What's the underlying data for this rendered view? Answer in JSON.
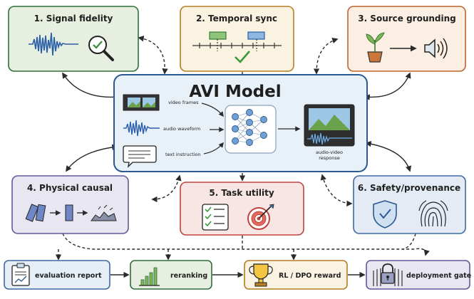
{
  "boxes": {
    "b1": {
      "title": "1. Signal fidelity",
      "fill": "#e7efe0",
      "stroke": "#2f6e3b"
    },
    "b2": {
      "title": "2. Temporal sync",
      "fill": "#fbf3e2",
      "stroke": "#b77e22"
    },
    "b3": {
      "title": "3. Source grounding",
      "fill": "#fbeee3",
      "stroke": "#c0642a"
    },
    "b4": {
      "title": "4. Physical causal",
      "fill": "#e7e6f1",
      "stroke": "#5e5b9b"
    },
    "b5": {
      "title": "5. Task utility",
      "fill": "#f8e6e5",
      "stroke": "#c0433b"
    },
    "b6": {
      "title": "6. Safety/provenance",
      "fill": "#e4ebf4",
      "stroke": "#3d6aa3"
    }
  },
  "model": {
    "title": "AVI Model",
    "inputs": [
      "video frames",
      "audio waveform",
      "text instruction"
    ],
    "response": "audio-video\nresponse",
    "fill": "#e8f0f8",
    "stroke": "#2b5a91"
  },
  "outputs": [
    {
      "label": "evaluation report",
      "fill": "#e6eef7",
      "stroke": "#3d6aa3",
      "icon": "clipboard-chart-icon"
    },
    {
      "label": "reranking",
      "fill": "#e7efe0",
      "stroke": "#2f6e3b",
      "icon": "bar-chart-icon"
    },
    {
      "label": "RL / DPO reward",
      "fill": "#fbf3e2",
      "stroke": "#b77e22",
      "icon": "trophy-icon"
    },
    {
      "label": "deployment gate",
      "fill": "#e7e6f1",
      "stroke": "#5e5b9b",
      "icon": "padlock-gate-icon"
    }
  ]
}
